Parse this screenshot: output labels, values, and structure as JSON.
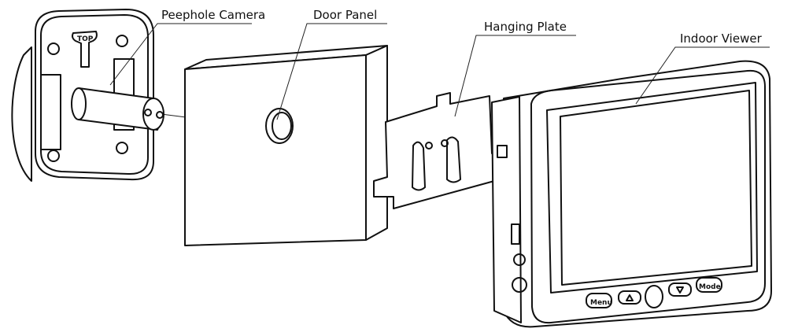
{
  "labels": {
    "peephole_camera": "Peephole Camera",
    "door_panel": "Door Panel",
    "hanging_plate": "Hanging Plate",
    "indoor_viewer": "Indoor Viewer"
  },
  "device_markings": {
    "top": "TOP",
    "menu": "Menu",
    "mode": "Mode"
  }
}
